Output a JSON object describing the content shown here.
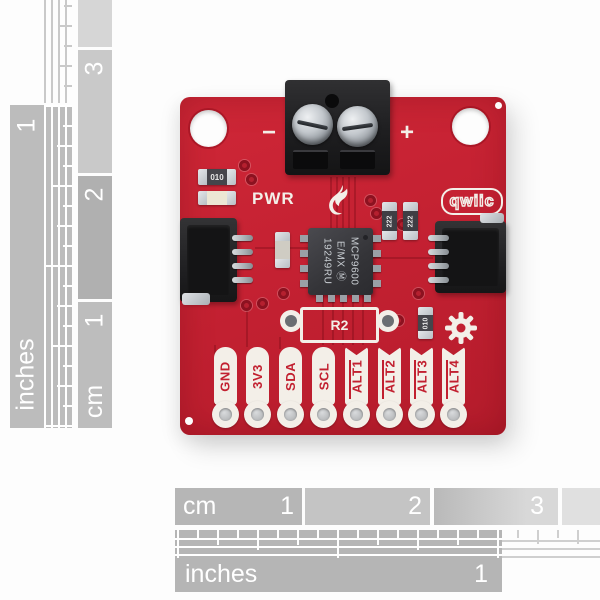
{
  "rulers": {
    "left": {
      "inches_label": "inches",
      "inch_number": "1",
      "cm_label": "cm",
      "cm_numbers": [
        "1",
        "2",
        "3"
      ]
    },
    "bottom": {
      "cm_label": "cm",
      "cm_numbers": [
        "1",
        "2",
        "3"
      ],
      "inches_label": "inches",
      "inch_number": "1"
    }
  },
  "board": {
    "terminal": {
      "minus": "−",
      "plus": "+"
    },
    "labels": {
      "pwr": "PWR",
      "qwiic": "qwiic",
      "r2": "R2"
    },
    "ic": {
      "line1": "MCP9600",
      "line2": "E/MX Ⓜ",
      "line3": "19249RU"
    },
    "components": {
      "res_top": "010",
      "cap_a": "222",
      "cap_b": "222",
      "res_right": "010"
    },
    "pins": [
      {
        "label": "GND"
      },
      {
        "label": "3V3"
      },
      {
        "label": "SDA"
      },
      {
        "label": "SCL"
      },
      {
        "label": "ALT1"
      },
      {
        "label": "ALT2"
      },
      {
        "label": "ALT3"
      },
      {
        "label": "ALT4"
      }
    ],
    "colors": {
      "board_red": "#c22031",
      "silkscreen": "#f3efe8",
      "ruler_gray": "#b6b6b6"
    }
  }
}
